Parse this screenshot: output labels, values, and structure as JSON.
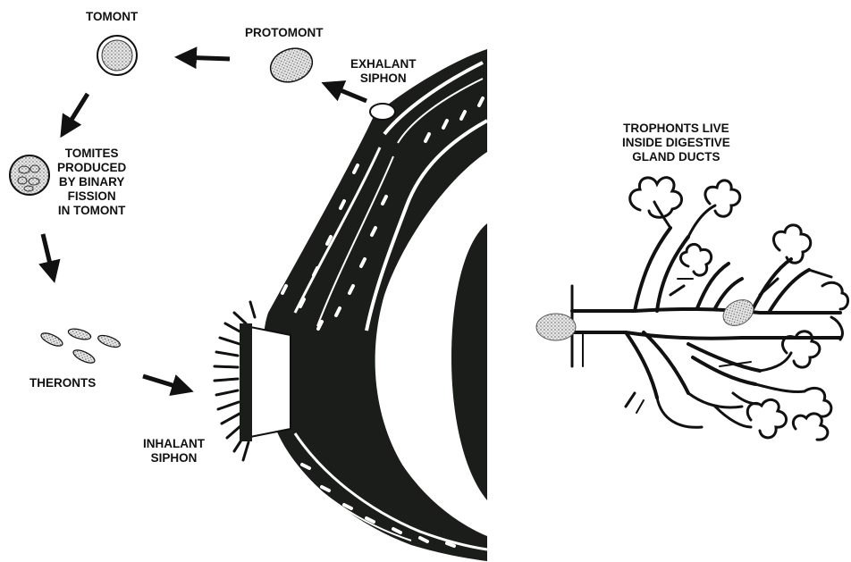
{
  "labels": {
    "tomont": "TOMONT",
    "protomont": "PROTOMONT",
    "exhalant_siphon": [
      "EXHALANT",
      "SIPHON"
    ],
    "tomites": [
      "TOMITES",
      "PRODUCED",
      "BY BINARY",
      "FISSION",
      "IN TOMONT"
    ],
    "theronts": "THERONTS",
    "inhalant_siphon": [
      "INHALANT",
      "SIPHON"
    ],
    "trophonts": [
      "TROPHONTS LIVE",
      "INSIDE DIGESTIVE",
      "GLAND DUCTS"
    ]
  },
  "colors": {
    "ink": "#111111",
    "stipple_fill": "#d9d9d9",
    "tissue_dark": "#1b1d1b",
    "background": "#ffffff"
  }
}
